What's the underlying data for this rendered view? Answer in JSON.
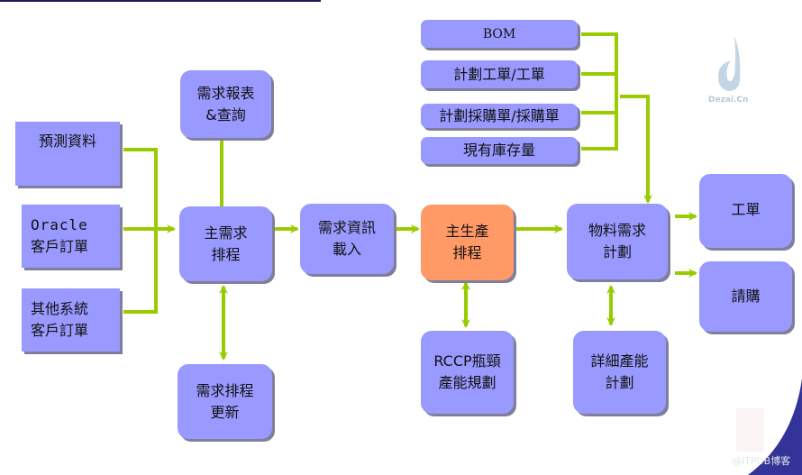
{
  "diagram": {
    "title": "MRP / MPS 流程圖",
    "colors": {
      "box_fill": "#9999ff",
      "highlight_fill": "#ff9966",
      "connector": "#99cc00",
      "shadow": "#7f7f9a"
    },
    "nodes": {
      "forecast": "預測資料",
      "oracle_orders_line1": "Oracle",
      "oracle_orders_line2": "客戶訂單",
      "other_orders": "其他系統\n客戶訂單",
      "demand_report": "需求報表\n&查詢",
      "mds": "主需求\n排程",
      "demand_update": "需求排程\n更新",
      "demand_load": "需求資訊\n載入",
      "mps": "主生產\n排程",
      "rccp": "RCCP瓶頸\n產能規劃",
      "bom": "BOM",
      "planned_wo": "計劃工單/工單",
      "planned_po": "計劃採購單/採購單",
      "inventory": "現有庫存量",
      "mrp": "物料需求\n計劃",
      "crp": "詳細產能\n計劃",
      "work_order": "工單",
      "purchase_req": "請購"
    },
    "edges": [
      {
        "from": "forecast",
        "to": "mds",
        "type": "arrow"
      },
      {
        "from": "oracle_orders",
        "to": "mds",
        "type": "arrow"
      },
      {
        "from": "other_orders",
        "to": "mds",
        "type": "arrow"
      },
      {
        "from": "demand_report",
        "to": "mds",
        "type": "line"
      },
      {
        "from": "mds",
        "to": "demand_update",
        "type": "bidirectional"
      },
      {
        "from": "mds",
        "to": "demand_load",
        "type": "arrow"
      },
      {
        "from": "demand_load",
        "to": "mps",
        "type": "arrow"
      },
      {
        "from": "mps",
        "to": "rccp",
        "type": "bidirectional"
      },
      {
        "from": "mps",
        "to": "mrp",
        "type": "arrow"
      },
      {
        "from": "bom",
        "to": "mrp",
        "type": "arrow"
      },
      {
        "from": "planned_wo",
        "to": "mrp",
        "type": "arrow"
      },
      {
        "from": "planned_po",
        "to": "mrp",
        "type": "arrow"
      },
      {
        "from": "inventory",
        "to": "mrp",
        "type": "arrow"
      },
      {
        "from": "mrp",
        "to": "crp",
        "type": "bidirectional"
      },
      {
        "from": "mrp",
        "to": "work_order",
        "type": "arrow"
      },
      {
        "from": "mrp",
        "to": "purchase_req",
        "type": "arrow"
      }
    ]
  },
  "watermarks": {
    "logo_text": "Dezai.Cn",
    "corner_text": "@ITPUB博客"
  }
}
